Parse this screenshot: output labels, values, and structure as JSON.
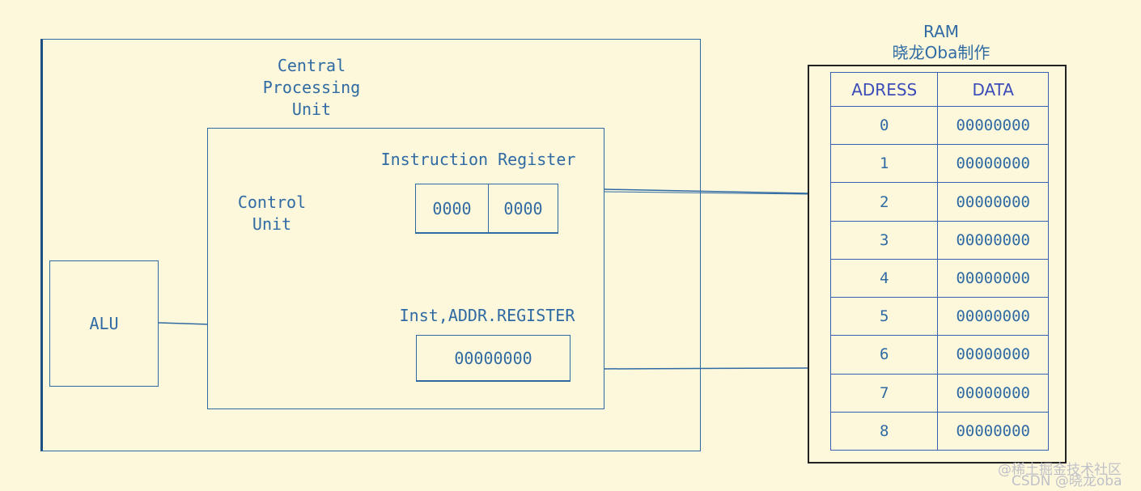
{
  "cpu": {
    "title_lines": [
      "Central",
      "Processing",
      "Unit"
    ],
    "control_unit_lines": [
      "Control",
      "Unit"
    ],
    "instruction_register": {
      "label": "Instruction Register",
      "cells": [
        "0000",
        "0000"
      ]
    },
    "address_register": {
      "label": "Inst,ADDR.REGISTER",
      "value": "00000000"
    }
  },
  "alu": {
    "label": "ALU"
  },
  "ram": {
    "title": "RAM",
    "subtitle": "晓龙Oba制作",
    "headers": [
      "ADRESS",
      "DATA"
    ],
    "rows": [
      {
        "address": "0",
        "data": "00000000"
      },
      {
        "address": "1",
        "data": "00000000"
      },
      {
        "address": "2",
        "data": "00000000"
      },
      {
        "address": "3",
        "data": "00000000"
      },
      {
        "address": "4",
        "data": "00000000"
      },
      {
        "address": "5",
        "data": "00000000"
      },
      {
        "address": "6",
        "data": "00000000"
      },
      {
        "address": "7",
        "data": "00000000"
      },
      {
        "address": "8",
        "data": "00000000"
      }
    ]
  },
  "watermark": {
    "line1": "@稀土掘金技术社区",
    "line2": "CSDN @晓龙oba"
  },
  "colors": {
    "background": "#fdf8dc",
    "ink": "#2f6aa3",
    "table_border": "#3b5fb0",
    "ram_frame": "#222222"
  }
}
